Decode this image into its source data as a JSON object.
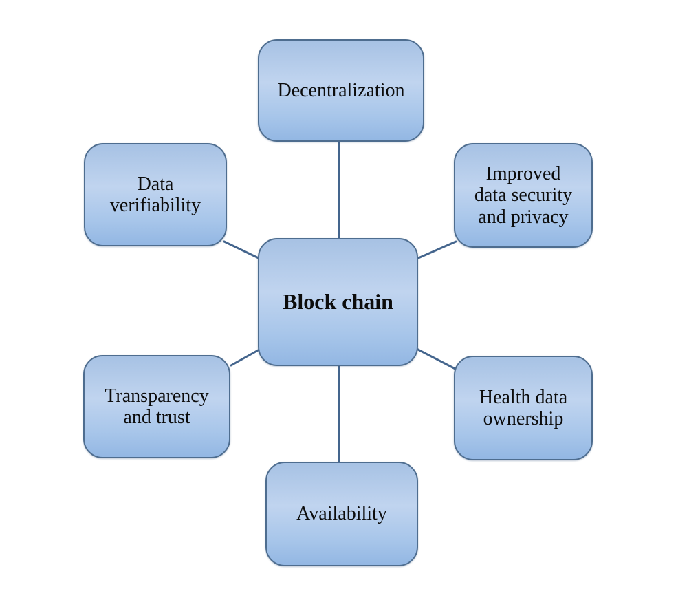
{
  "colors": {
    "background": "#ffffff",
    "node-fill-top": "#a7c2e4",
    "node-fill-mid": "#c0d4ef",
    "node-fill-low": "#a8c6ea",
    "node-fill-bottom": "#93b7e3",
    "node-border": "#4e6d8f",
    "connector-color": "#44658d",
    "text-color": "#0c0c0c"
  },
  "diagram": {
    "type": "hub-and-spoke",
    "center": {
      "label": "Block chain",
      "lines": [
        "Block chain"
      ]
    },
    "nodes": {
      "decentralization": {
        "label": "Decentralization",
        "lines": [
          "Decentralization"
        ]
      },
      "improved_security": {
        "label": "Improved data security and privacy",
        "lines": [
          "Improved",
          "data security",
          "and privacy"
        ]
      },
      "health_ownership": {
        "label": "Health data ownership",
        "lines": [
          "Health data",
          "ownership"
        ]
      },
      "availability": {
        "label": "Availability",
        "lines": [
          "Availability"
        ]
      },
      "transparency_trust": {
        "label": "Transparency and trust",
        "lines": [
          "Transparency",
          "and trust"
        ]
      },
      "data_verifiability": {
        "label": "Data verifiability",
        "lines": [
          "Data",
          "verifiability"
        ]
      }
    },
    "edges": [
      {
        "from": "Block chain",
        "to": "Decentralization"
      },
      {
        "from": "Block chain",
        "to": "Improved data security and privacy"
      },
      {
        "from": "Block chain",
        "to": "Health data ownership"
      },
      {
        "from": "Block chain",
        "to": "Availability"
      },
      {
        "from": "Block chain",
        "to": "Transparency and trust"
      },
      {
        "from": "Block chain",
        "to": "Data verifiability"
      }
    ]
  }
}
